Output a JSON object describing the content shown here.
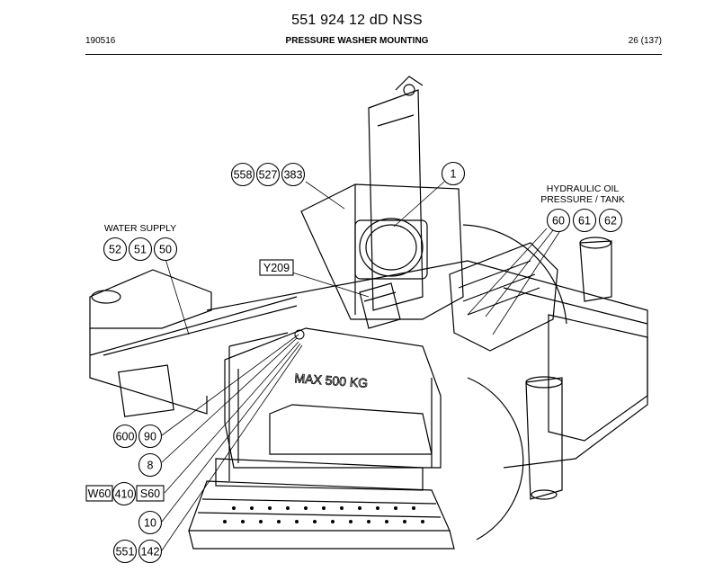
{
  "document": {
    "title": "551 924 12 dD NSS",
    "code": "190516",
    "section": "PRESSURE WASHER MOUNTING",
    "page": "26 (137)"
  },
  "drawing": {
    "group_labels": {
      "water_supply": "WATER SUPPLY",
      "hydraulic_line1": "HYDRAULIC OIL",
      "hydraulic_line2": "PRESSURE / TANK"
    },
    "machine_text": "MAX 500 KG",
    "callouts": [
      {
        "id": "c558",
        "label": "558",
        "shape": "circle"
      },
      {
        "id": "c527",
        "label": "527",
        "shape": "circle"
      },
      {
        "id": "c383",
        "label": "383",
        "shape": "circle"
      },
      {
        "id": "c1",
        "label": "1",
        "shape": "circle"
      },
      {
        "id": "c52",
        "label": "52",
        "shape": "circle"
      },
      {
        "id": "c51",
        "label": "51",
        "shape": "circle"
      },
      {
        "id": "c50",
        "label": "50",
        "shape": "circle"
      },
      {
        "id": "c60",
        "label": "60",
        "shape": "circle"
      },
      {
        "id": "c61",
        "label": "61",
        "shape": "circle"
      },
      {
        "id": "c62",
        "label": "62",
        "shape": "circle"
      },
      {
        "id": "cY209",
        "label": "Y209",
        "shape": "box"
      },
      {
        "id": "c600",
        "label": "600",
        "shape": "circle"
      },
      {
        "id": "c90",
        "label": "90",
        "shape": "circle"
      },
      {
        "id": "c8",
        "label": "8",
        "shape": "circle"
      },
      {
        "id": "cW60",
        "label": "W60",
        "shape": "box"
      },
      {
        "id": "c410",
        "label": "410",
        "shape": "circle"
      },
      {
        "id": "cS60",
        "label": "S60",
        "shape": "box"
      },
      {
        "id": "c10",
        "label": "10",
        "shape": "circle"
      },
      {
        "id": "c551",
        "label": "551",
        "shape": "circle"
      },
      {
        "id": "c142",
        "label": "142",
        "shape": "circle"
      }
    ]
  }
}
